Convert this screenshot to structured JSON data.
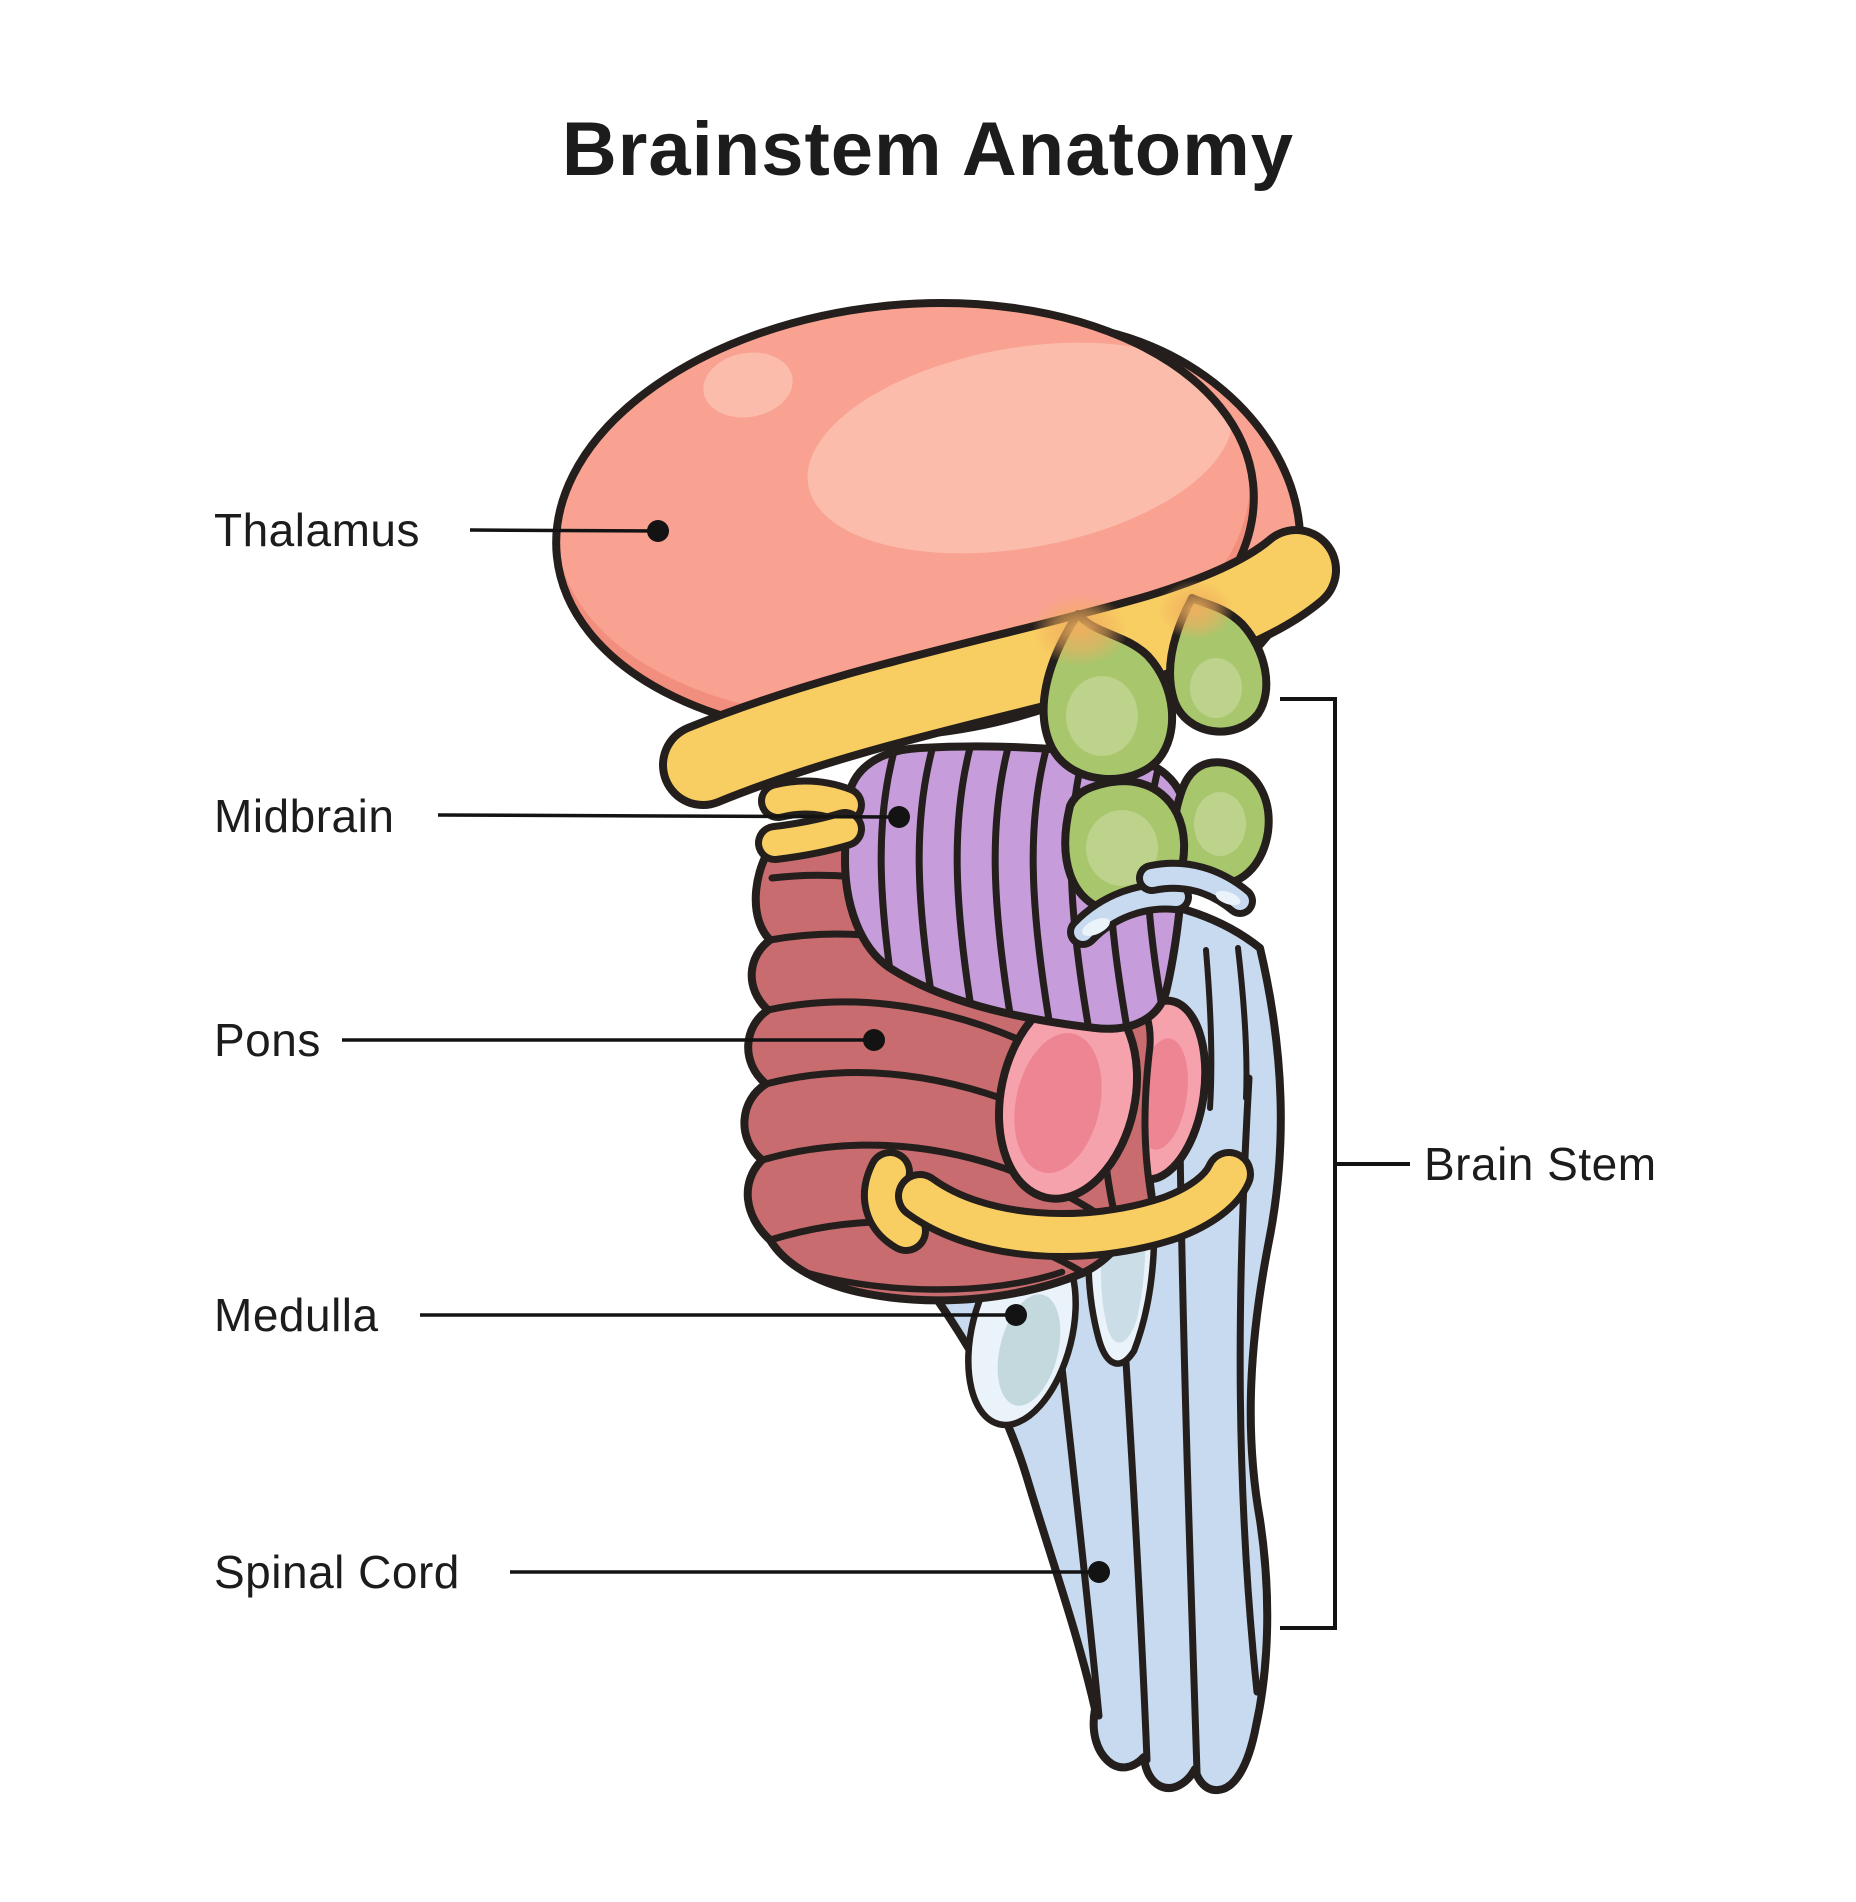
{
  "title": "Brainstem Anatomy",
  "labels": {
    "thalamus": "Thalamus",
    "midbrain": "Midbrain",
    "pons": "Pons",
    "medulla": "Medulla",
    "spinal_cord": "Spinal Cord",
    "brain_stem": "Brain Stem"
  },
  "colors": {
    "text": "#1C1C1C",
    "line": "#131313",
    "outline": "#241F1C",
    "thalamus": "#F9A292",
    "thalamus_highlight": "#FBBCAB",
    "thalamus_shade": "#F28E7D",
    "yellow": "#F8CE62",
    "purple": "#C69CDB",
    "green": "#A8C66C",
    "green_light": "#BDD28B",
    "pons": "#C96C6F",
    "pink": "#F6A2AC",
    "pink_dark": "#EE8593",
    "blue": "#C7DAEF",
    "blue_light": "#EAF2FA",
    "teal": "#C3D9DE",
    "leaf_inner": "#CBDEE8",
    "blend_orange": "#F2AE5E"
  }
}
